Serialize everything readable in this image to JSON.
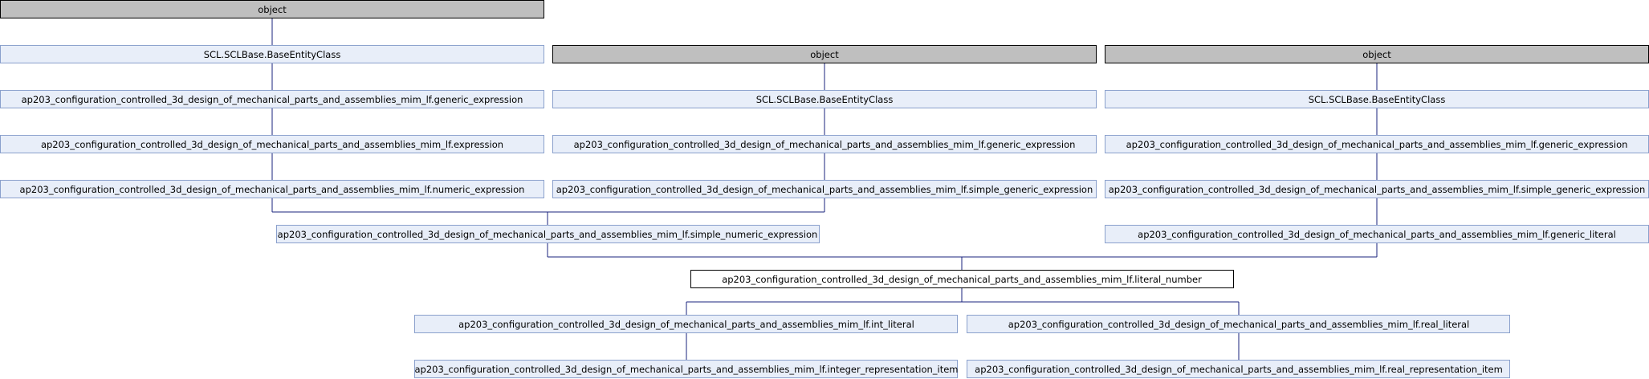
{
  "colors": {
    "object_fill": "#bfbfbf",
    "object_stroke": "#000000",
    "class_fill": "#e8eef9",
    "class_stroke": "#8aa0cc",
    "focus_fill": "#ffffff",
    "focus_stroke": "#000000",
    "edge": "#1a237e"
  },
  "nodes": {
    "obj_a": "object",
    "base_a": "SCL.SCLBase.BaseEntityClass",
    "gen_expr_a": "ap203_configuration_controlled_3d_design_of_mechanical_parts_and_assemblies_mim_lf.generic_expression",
    "expression": "ap203_configuration_controlled_3d_design_of_mechanical_parts_and_assemblies_mim_lf.expression",
    "numeric_expression": "ap203_configuration_controlled_3d_design_of_mechanical_parts_and_assemblies_mim_lf.numeric_expression",
    "obj_b": "object",
    "base_b": "SCL.SCLBase.BaseEntityClass",
    "gen_expr_b": "ap203_configuration_controlled_3d_design_of_mechanical_parts_and_assemblies_mim_lf.generic_expression",
    "simple_gen_b": "ap203_configuration_controlled_3d_design_of_mechanical_parts_and_assemblies_mim_lf.simple_generic_expression",
    "obj_c": "object",
    "base_c": "SCL.SCLBase.BaseEntityClass",
    "gen_expr_c": "ap203_configuration_controlled_3d_design_of_mechanical_parts_and_assemblies_mim_lf.generic_expression",
    "simple_gen_c": "ap203_configuration_controlled_3d_design_of_mechanical_parts_and_assemblies_mim_lf.simple_generic_expression",
    "simple_numeric": "ap203_configuration_controlled_3d_design_of_mechanical_parts_and_assemblies_mim_lf.simple_numeric_expression",
    "generic_literal": "ap203_configuration_controlled_3d_design_of_mechanical_parts_and_assemblies_mim_lf.generic_literal",
    "literal_number": "ap203_configuration_controlled_3d_design_of_mechanical_parts_and_assemblies_mim_lf.literal_number",
    "int_literal": "ap203_configuration_controlled_3d_design_of_mechanical_parts_and_assemblies_mim_lf.int_literal",
    "real_literal": "ap203_configuration_controlled_3d_design_of_mechanical_parts_and_assemblies_mim_lf.real_literal",
    "integer_rep": "ap203_configuration_controlled_3d_design_of_mechanical_parts_and_assemblies_mim_lf.integer_representation_item",
    "real_rep": "ap203_configuration_controlled_3d_design_of_mechanical_parts_and_assemblies_mim_lf.real_representation_item"
  }
}
